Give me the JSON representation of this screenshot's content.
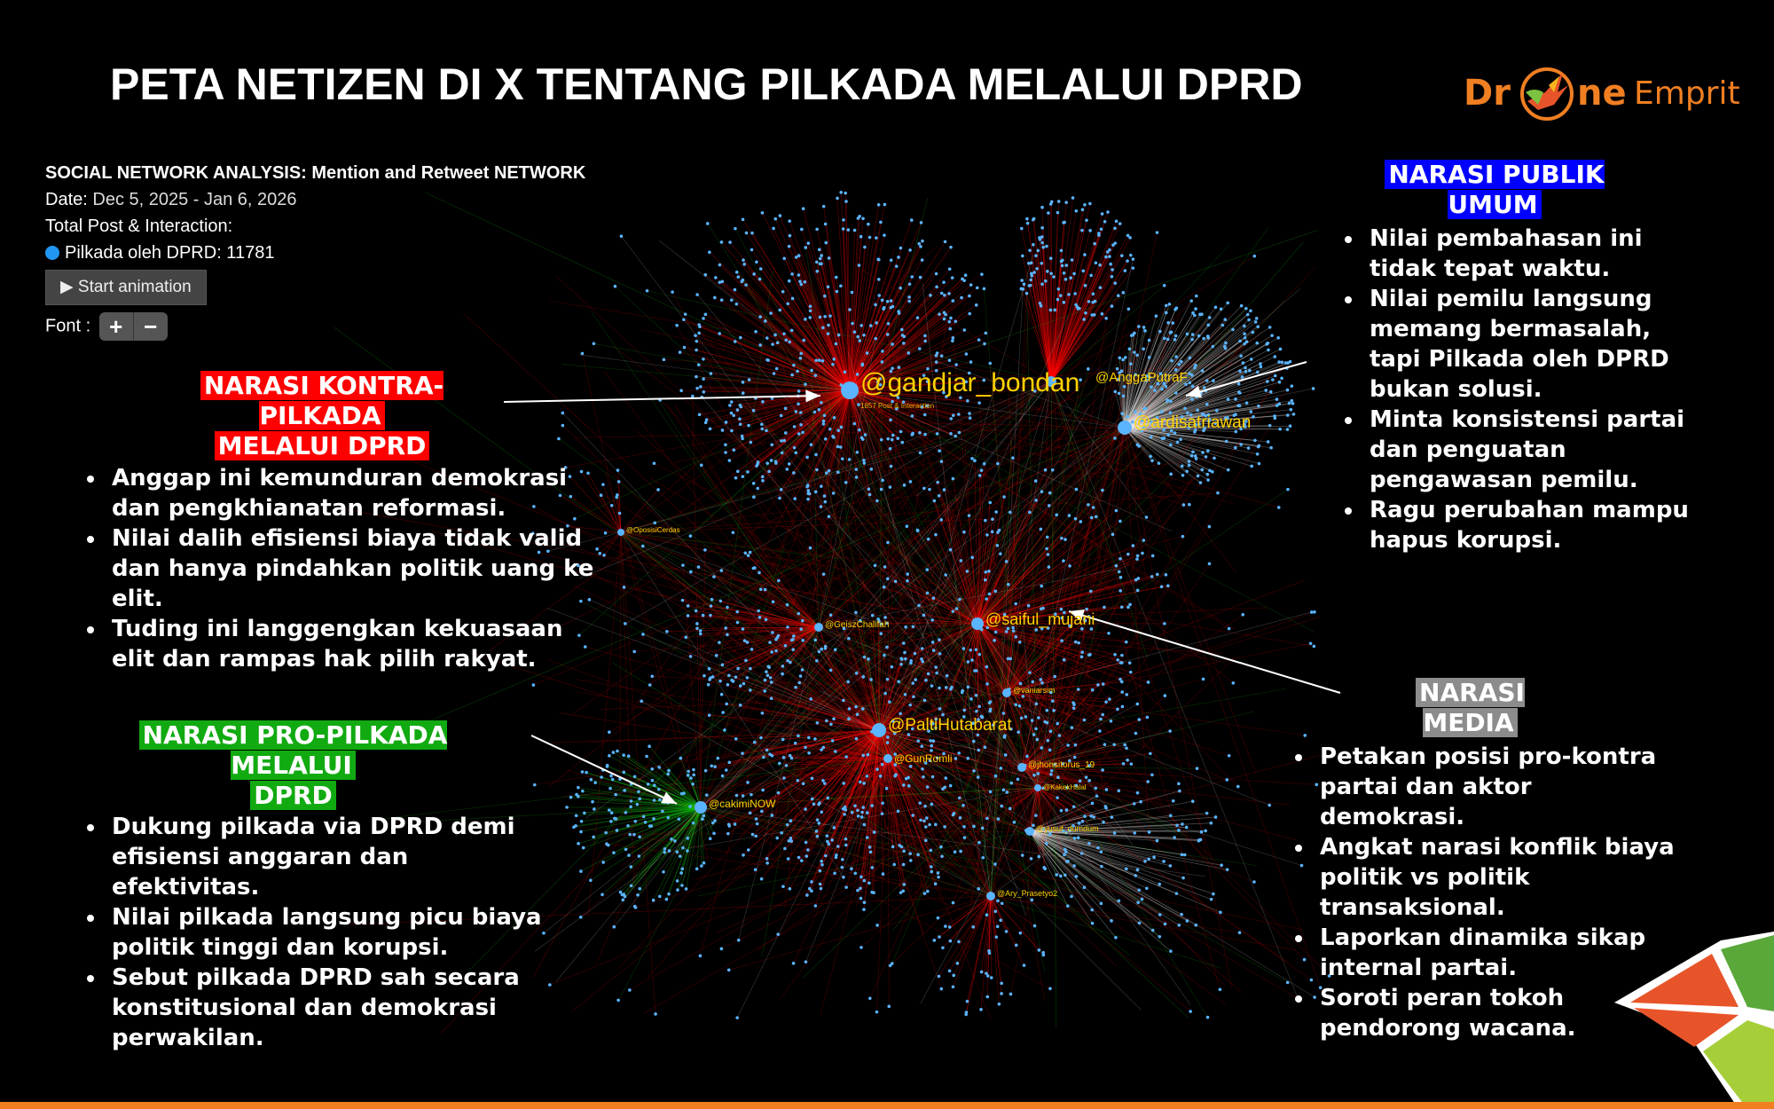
{
  "title": "PETA NETIZEN DI X TENTANG PILKADA MELALUI DPRD",
  "logo": {
    "left": "Dr",
    "right": "ne",
    "tail": "Emprit"
  },
  "panel": {
    "heading": "SOCIAL NETWORK ANALYSIS: Mention and Retweet NETWORK",
    "date_label": "Date:",
    "date_value": "Dec 5, 2025 - Jan 6, 2026",
    "total_label": "Total Post & Interaction:",
    "series_label": "Pilkada oleh DPRD: 11781",
    "series_color": "#2196f3",
    "animation_button": "Start animation",
    "font_label": "Font :",
    "font_plus": "+",
    "font_minus": "−"
  },
  "kontra": {
    "label_line1": "NARASI KONTRA-PILKADA",
    "label_line2": "MELALUI DPRD",
    "bullets": [
      "Anggap ini kemunduran demokrasi dan pengkhianatan reformasi.",
      "Nilai dalih efisiensi biaya tidak valid dan hanya pindahkan politik uang ke elit.",
      "Tuding ini langgengkan kekuasaan elit dan rampas hak pilih rakyat."
    ]
  },
  "pro": {
    "label_line1": "NARASI PRO-PILKADA MELALUI",
    "label_line2": "DPRD",
    "bullets": [
      "Dukung pilkada via DPRD demi efisiensi anggaran dan efektivitas.",
      "Nilai pilkada langsung picu biaya politik tinggi dan korupsi.",
      "Sebut pilkada DPRD sah secara konstitusional dan demokrasi perwakilan."
    ]
  },
  "publik": {
    "label": "NARASI PUBLIK UMUM",
    "bullets": [
      "Nilai pembahasan ini tidak tepat waktu.",
      "Nilai pemilu langsung memang bermasalah, tapi Pilkada oleh DPRD bukan solusi.",
      "Minta konsistensi partai dan penguatan pengawasan pemilu.",
      "Ragu perubahan mampu hapus korupsi."
    ]
  },
  "media": {
    "label": "NARASI MEDIA",
    "bullets": [
      "Petakan posisi pro-kontra partai dan aktor demokrasi.",
      "Angkat narasi konflik biaya politik vs politik transaksional.",
      "Laporkan dinamika sikap internal partai.",
      "Soroti peran tokoh pendorong wacana."
    ]
  },
  "network": {
    "colors": {
      "kontra": "#ff0000",
      "pro": "#11cc11",
      "publik": "#e6e6e6",
      "node": "#5ab4ff",
      "label": "#ffd200"
    },
    "nodes": [
      {
        "handle": "@gandjar_bondan",
        "sub": "1857 Post & Interaction",
        "group": "kontra"
      },
      {
        "handle": "@AnggaPutraF",
        "group": "kontra"
      },
      {
        "handle": "@ardisatriawan",
        "group": "publik"
      },
      {
        "handle": "@saiful_mujani",
        "group": "media"
      },
      {
        "handle": "@PaltiHutabarat",
        "group": "kontra"
      },
      {
        "handle": "@GunRomli",
        "group": "kontra"
      },
      {
        "handle": "@cakimiNOW",
        "group": "pro"
      },
      {
        "handle": "@GeiszChalifah",
        "group": "kontra"
      },
      {
        "handle": "@vaniarsim",
        "group": "kontra"
      },
      {
        "handle": "@jhonsitorus_19",
        "group": "kontra"
      },
      {
        "handle": "@KakekHalal",
        "group": "kontra"
      },
      {
        "handle": "@yusuf_dumdum",
        "group": "publik"
      },
      {
        "handle": "@Ary_Prasetyo2",
        "group": "kontra"
      },
      {
        "handle": "@OposisiCerdas",
        "group": "kontra"
      }
    ]
  }
}
